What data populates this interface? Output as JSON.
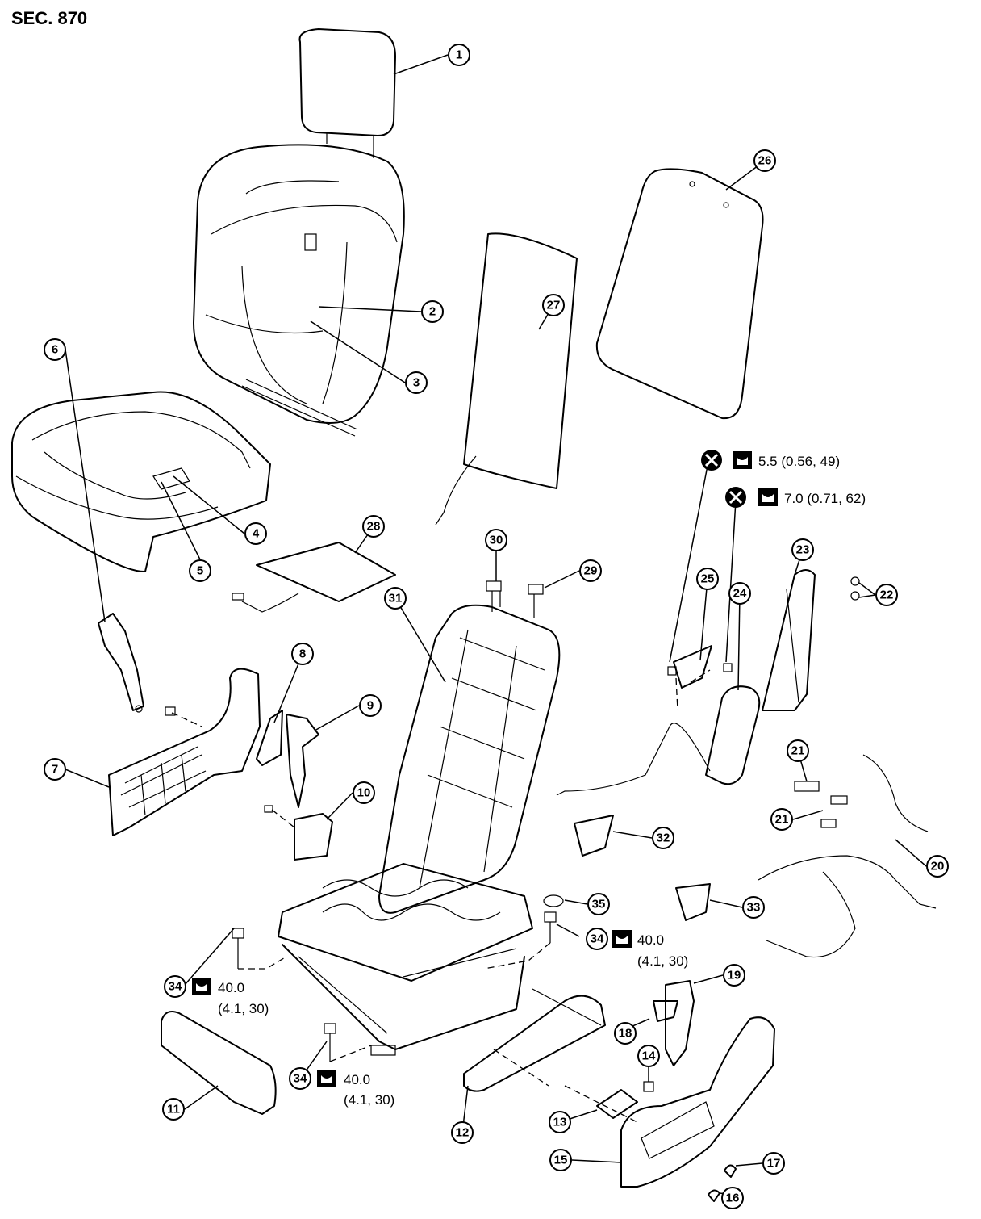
{
  "section_label": "SEC. 870",
  "callouts": [
    {
      "id": "c1",
      "label": "1"
    },
    {
      "id": "c2",
      "label": "2"
    },
    {
      "id": "c3",
      "label": "3"
    },
    {
      "id": "c4",
      "label": "4"
    },
    {
      "id": "c5",
      "label": "5"
    },
    {
      "id": "c6",
      "label": "6"
    },
    {
      "id": "c7",
      "label": "7"
    },
    {
      "id": "c8",
      "label": "8"
    },
    {
      "id": "c9",
      "label": "9"
    },
    {
      "id": "c10",
      "label": "10"
    },
    {
      "id": "c11",
      "label": "11"
    },
    {
      "id": "c12",
      "label": "12"
    },
    {
      "id": "c13",
      "label": "13"
    },
    {
      "id": "c14",
      "label": "14"
    },
    {
      "id": "c15",
      "label": "15"
    },
    {
      "id": "c16",
      "label": "16"
    },
    {
      "id": "c17",
      "label": "17"
    },
    {
      "id": "c18",
      "label": "18"
    },
    {
      "id": "c19",
      "label": "19"
    },
    {
      "id": "c20",
      "label": "20"
    },
    {
      "id": "c21a",
      "label": "21"
    },
    {
      "id": "c21b",
      "label": "21"
    },
    {
      "id": "c22",
      "label": "22"
    },
    {
      "id": "c23",
      "label": "23"
    },
    {
      "id": "c24",
      "label": "24"
    },
    {
      "id": "c25",
      "label": "25"
    },
    {
      "id": "c26",
      "label": "26"
    },
    {
      "id": "c27",
      "label": "27"
    },
    {
      "id": "c28",
      "label": "28"
    },
    {
      "id": "c29",
      "label": "29"
    },
    {
      "id": "c30",
      "label": "30"
    },
    {
      "id": "c31",
      "label": "31"
    },
    {
      "id": "c32",
      "label": "32"
    },
    {
      "id": "c33",
      "label": "33"
    },
    {
      "id": "c34a",
      "label": "34"
    },
    {
      "id": "c34b",
      "label": "34"
    },
    {
      "id": "c34c",
      "label": "34"
    },
    {
      "id": "c35",
      "label": "35"
    }
  ],
  "torque_specs": {
    "t1": {
      "line1": "5.5 (0.56, 49)",
      "icon": "torque-wrench-icon",
      "note_icon": "do-not-reuse-icon"
    },
    "t2": {
      "line1": "7.0 (0.71, 62)",
      "icon": "torque-wrench-icon",
      "note_icon": "do-not-reuse-icon"
    },
    "t3": {
      "line1": "40.0",
      "line2": "(4.1, 30)",
      "icon": "torque-wrench-icon"
    },
    "t4": {
      "line1": "40.0",
      "line2": "(4.1, 30)",
      "icon": "torque-wrench-icon"
    },
    "t5": {
      "line1": "40.0",
      "line2": "(4.1, 30)",
      "icon": "torque-wrench-icon"
    }
  }
}
